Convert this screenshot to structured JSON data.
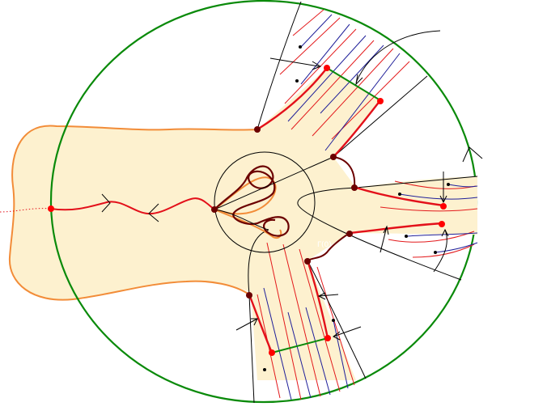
{
  "figure": {
    "colors": {
      "background": "#ffffff",
      "region_fill": "#fdf1cf",
      "outer_disk": "#0a8a0a",
      "region_outline": "#f28c38",
      "core_loop": "#f28c38",
      "red_curve": "#e3101a",
      "fine_red": "#e31a1c",
      "fine_blue": "#1f1f99",
      "dark_red": "#6b0000",
      "black": "#000000",
      "green_segment": "#0a8a0a",
      "red_point": "#ff0000"
    },
    "labels": {
      "faint_label": "Γ(0)"
    },
    "elements": [
      "outer-disk-boundary",
      "orange-region-left",
      "central-circle",
      "dark-red-tangle",
      "upper-petal",
      "right-petal",
      "lower-petal",
      "red-line-with-arrows",
      "dotted-left-extension",
      "boundary-arrow-right"
    ]
  }
}
